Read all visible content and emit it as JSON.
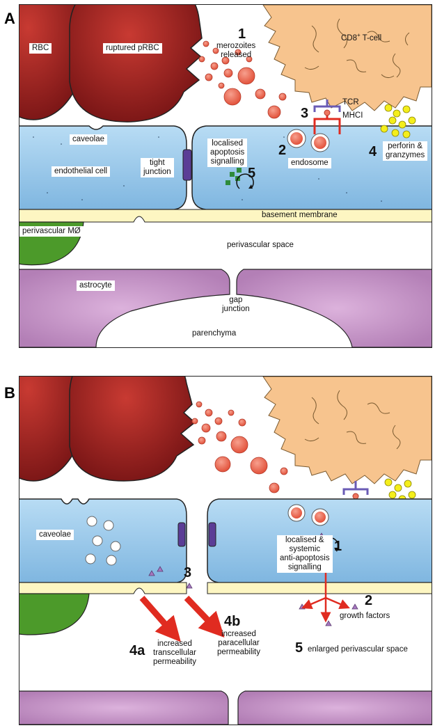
{
  "panel_a": {
    "letter": "A",
    "labels": {
      "rbc": "RBC",
      "ruptured": "ruptured pRBC",
      "tcell_prefix": "CD8",
      "tcell_sup": "+",
      "tcell_suffix": " T-cell",
      "merozoites_l1": "merozoites",
      "merozoites_l2": "released",
      "tcr": "TCR",
      "mhci": "MHCI",
      "caveolae": "caveolae",
      "endothelial": "endothelial cell",
      "tight_l1": "tight",
      "tight_l2": "junction",
      "apop_l1": "localised",
      "apop_l2": "apoptosis",
      "apop_l3": "signalling",
      "endosome": "endosome",
      "perforin_l1": "perforin &",
      "perforin_l2": "granzymes",
      "basement": "basement membrane",
      "macrophage": "perivascular MØ",
      "perivascular_space": "perivascular space",
      "astrocyte": "astrocyte",
      "gap_l1": "gap",
      "gap_l2": "junction",
      "parenchyma": "parenchyma"
    },
    "numbers": {
      "n1": "1",
      "n2": "2",
      "n3": "3",
      "n4": "4",
      "n5": "5"
    }
  },
  "panel_b": {
    "letter": "B",
    "labels": {
      "caveolae": "caveolae",
      "signal_l1": "localised &",
      "signal_l2": "systemic",
      "signal_l3": "anti-apoptosis",
      "signal_l4": "signalling",
      "growth": "growth factors",
      "trans_l1": "increased",
      "trans_l2": "transcellular",
      "trans_l3": "permeability",
      "para_l1": "increased",
      "para_l2": "paracellular",
      "para_l3": "permeability",
      "enlarged": "enlarged perivascular space"
    },
    "numbers": {
      "n1": "1",
      "n2": "2",
      "n3": "3",
      "n4a": "4a",
      "n4b": "4b",
      "n5": "5"
    }
  },
  "colors": {
    "rbc": "#8e1c1c",
    "tcell": "#f7c48e",
    "endothelium": "#9ccbeb",
    "basement": "#fdf6c2",
    "macrophage": "#4c9a2a",
    "astrocyte": "#cfa0cf",
    "merozoite": "#ef7560",
    "granule": "#f4ee1b",
    "growth_factor": "#a678bf",
    "arrow": "#e02b20",
    "junction": "#5b3d96"
  }
}
